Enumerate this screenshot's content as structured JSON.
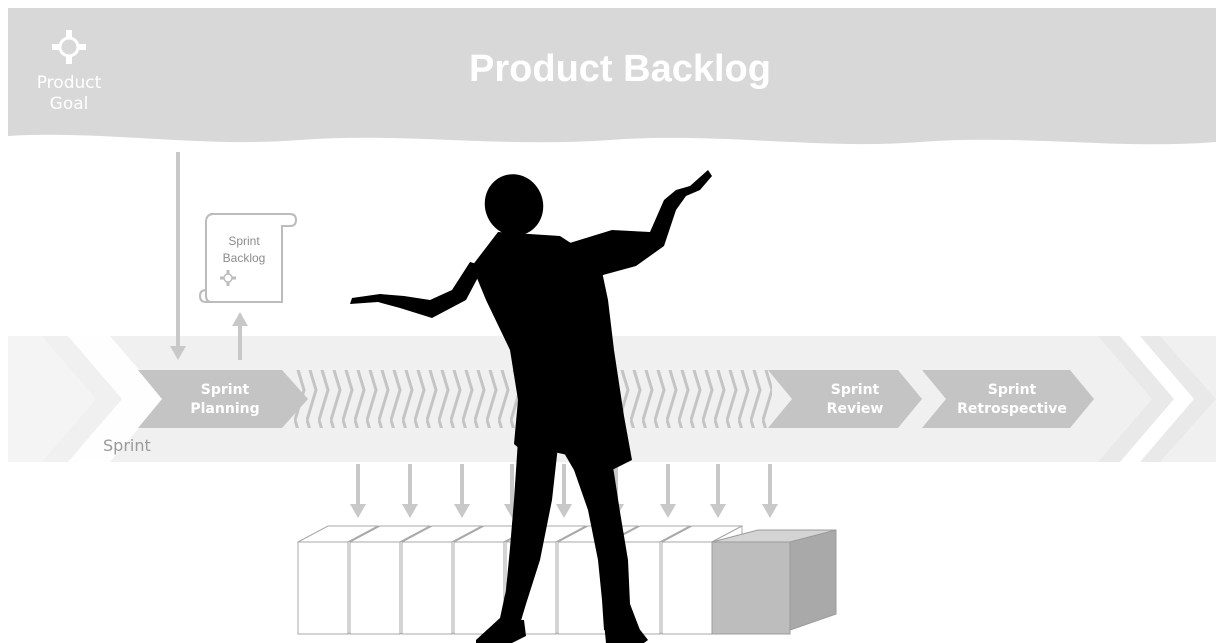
{
  "banner": {
    "title": "Product Backlog"
  },
  "product_goal": {
    "line1": "Product",
    "line2": "Goal",
    "icon": "target-icon"
  },
  "sprint_backlog": {
    "line1": "Sprint",
    "line2": "Backlog",
    "icon": "target-icon"
  },
  "events": {
    "planning": {
      "line1": "Sprint",
      "line2": "Planning"
    },
    "review": {
      "line1": "Sprint",
      "line2": "Review"
    },
    "retrospective": {
      "line1": "Sprint",
      "line2": "Retrospective"
    }
  },
  "sprint_label": "Sprint",
  "increments": {
    "count": 9
  },
  "figure": {
    "description_icon": "shrugging-businessman-silhouette"
  },
  "colors": {
    "banner": "#d8d8d8",
    "band": "#f0f0f0",
    "chevron": "#c4c4c4",
    "arrow": "#c8c8c8",
    "increment_done": "#bdbdbd",
    "silhouette": "#000000"
  }
}
